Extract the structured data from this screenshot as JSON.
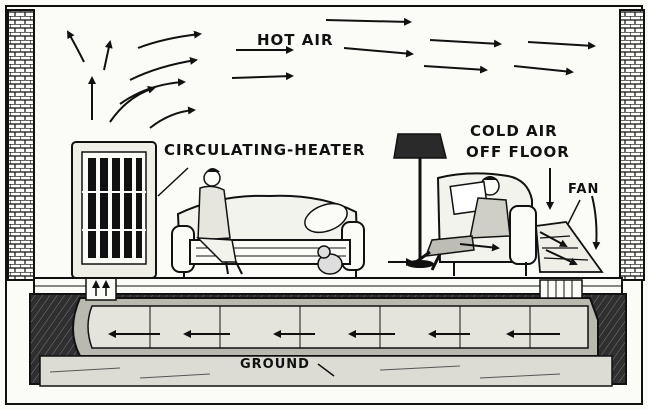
{
  "labels": {
    "hot_air": "HOT AIR",
    "heater": "CIRCULATING-HEATER",
    "cold_air_line1": "COLD AIR",
    "cold_air_line2": "OFF FLOOR",
    "fan": "FAN",
    "ground": "GROUND"
  },
  "colors": {
    "ink": "#111111",
    "paper": "#fbfbf8",
    "crawlspace": "#2a2a2a",
    "ground": "#dcdcd4"
  },
  "icons": [
    "brick-wall-icon",
    "heater-icon",
    "sofa-icon",
    "floor-lamp-icon",
    "armchair-icon",
    "fan-icon",
    "flow-arrow-icon"
  ]
}
